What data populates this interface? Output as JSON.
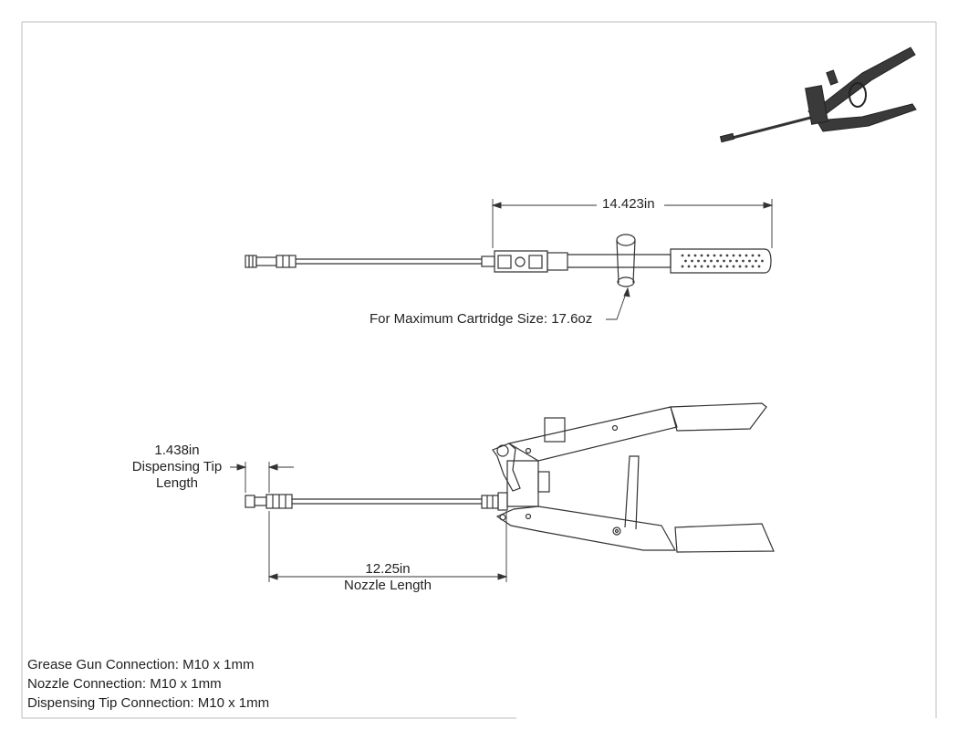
{
  "dimensions": {
    "overall_length": "14.423in",
    "cartridge_note": "For Maximum Cartridge Size: 17.6oz",
    "tip_length_value": "1.438in",
    "tip_length_line1": "Dispensing Tip",
    "tip_length_line2": "Length",
    "nozzle_length_value": "12.25in",
    "nozzle_length_label": "Nozzle Length"
  },
  "notes": [
    "Grease Gun Connection: M10 x 1mm",
    "Nozzle Connection: M10 x 1mm",
    "Dispensing Tip Connection: M10 x 1mm"
  ],
  "colors": {
    "line": "#333333",
    "dark": "#3a3a3a",
    "frame": "#bbbbbb"
  }
}
